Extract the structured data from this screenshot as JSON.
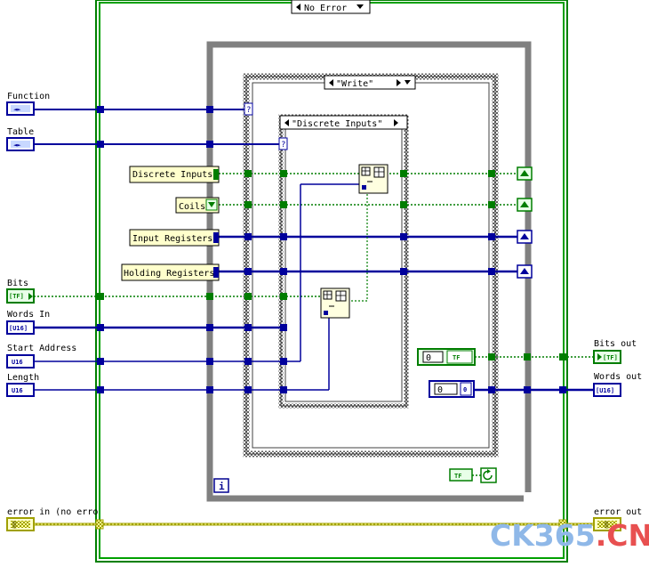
{
  "diagram": {
    "outer_case_selector": "No Error",
    "write_case_selector": "\"Write\"",
    "inner_case_selector": "\"Discrete Inputs\"",
    "loop_index_glyph": "i",
    "question_mark": "?",
    "controls": [
      {
        "label": "Function",
        "terminal": "◄►"
      },
      {
        "label": "Table",
        "terminal": "◄►"
      },
      {
        "label": "Bits",
        "terminal": "[TF]"
      },
      {
        "label": "Words In",
        "terminal": "[U16]"
      },
      {
        "label": "Start Address",
        "terminal": "U16"
      },
      {
        "label": "Length",
        "terminal": "U16"
      },
      {
        "label": "error in (no erro",
        "terminal": "▒"
      }
    ],
    "constants": [
      {
        "label": "Discrete Inputs"
      },
      {
        "label": "Coils"
      },
      {
        "label": "Input Registers"
      },
      {
        "label": "Holding Registers"
      }
    ],
    "indicators": [
      {
        "label": "Bits out",
        "terminal": "[TF]"
      },
      {
        "label": "Words out",
        "terminal": "[U16]"
      },
      {
        "label": "error out",
        "terminal": "▒"
      }
    ],
    "array_constants": [
      {
        "value": "0",
        "terminal": "TF"
      },
      {
        "value": "0",
        "terminal": "0"
      }
    ],
    "bool_constant": "TF",
    "colors": {
      "boolean_wire": "#007d00",
      "integer_wire": "#00009c",
      "enum_wire": "#00009c",
      "error_wire": "#a0a000",
      "outer_frame": "#008000",
      "loop_frame": "#808080",
      "case_frame": "#404040"
    }
  },
  "watermark": {
    "part1": "CK365",
    "part2": ".CN"
  }
}
